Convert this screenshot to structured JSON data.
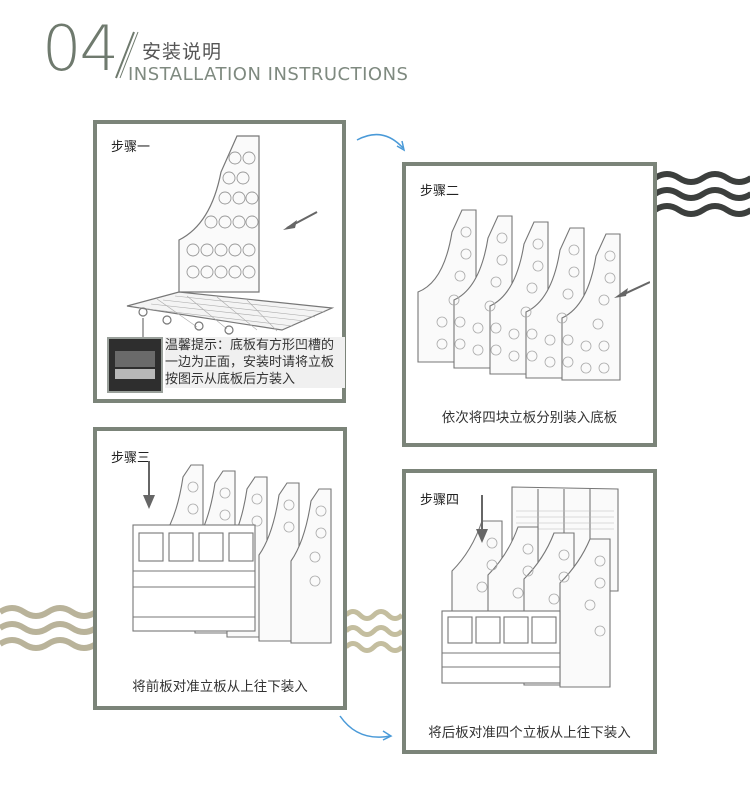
{
  "header": {
    "number": "04",
    "title_cn": "安装说明",
    "title_en": "INSTALLATION INSTRUCTIONS"
  },
  "steps": [
    {
      "label": "步骤一",
      "tip": "温馨提示：底板有方形凹槽的一边为正面，安装时请将立板按图示从底板后方装入"
    },
    {
      "label": "步骤二",
      "caption": "依次将四块立板分别装入底板"
    },
    {
      "label": "步骤三",
      "caption": "将前板对准立板从上往下装入"
    },
    {
      "label": "步骤四",
      "caption": "将后板对准四个立板从上往下装入"
    }
  ],
  "colors": {
    "panel_border": "#7b8479",
    "accent_blue": "#4a9ad8",
    "wave_dark": "#3c3f3d",
    "wave_tan": "#b9b39a"
  }
}
